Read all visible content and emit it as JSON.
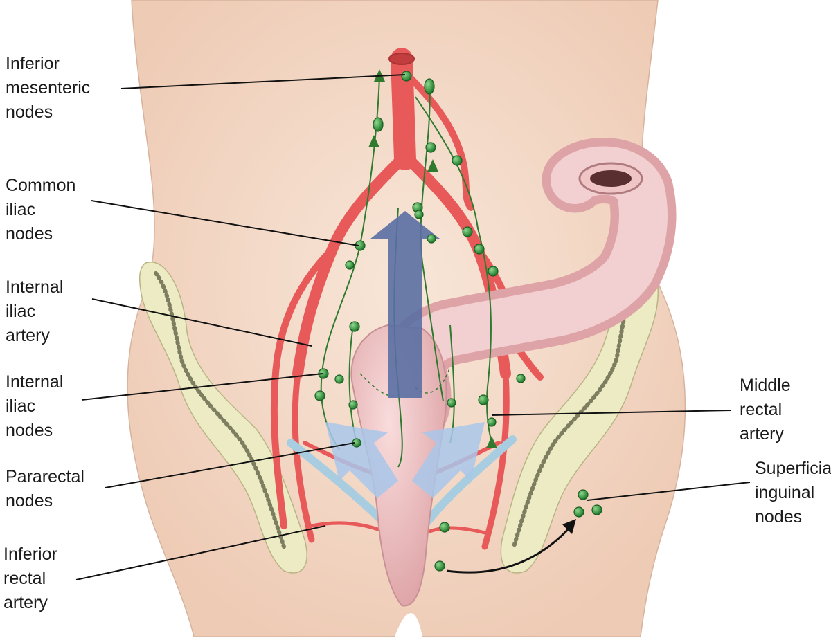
{
  "labels": {
    "inferior_mesenteric": [
      "Inferior",
      "mesenteric",
      "nodes"
    ],
    "common_iliac": [
      "Common",
      "iliac",
      "nodes"
    ],
    "internal_iliac_artery": [
      "Internal",
      "iliac",
      "artery"
    ],
    "internal_iliac_nodes": [
      "Internal",
      "iliac",
      "nodes"
    ],
    "pararectal": [
      "Pararectal",
      "nodes"
    ],
    "inferior_rectal_artery": [
      "Inferior",
      "rectal",
      "artery"
    ],
    "middle_rectal_artery": [
      "Middle",
      "rectal",
      "artery"
    ],
    "superficial_inguinal": [
      "Superficial",
      "inguinal",
      "nodes"
    ]
  },
  "colors": {
    "skin": "#f3dccb",
    "artery": "#e85a5a",
    "lymph_vessel": "#2f7a2f",
    "lymph_node": "#2f9a3a",
    "bone": "#ecebc4",
    "bowel": "#f0c5c6",
    "vein": "#a9cde0",
    "upward_arrow": "#5a6fa3",
    "lateral_arrow": "#a8c7ea"
  }
}
